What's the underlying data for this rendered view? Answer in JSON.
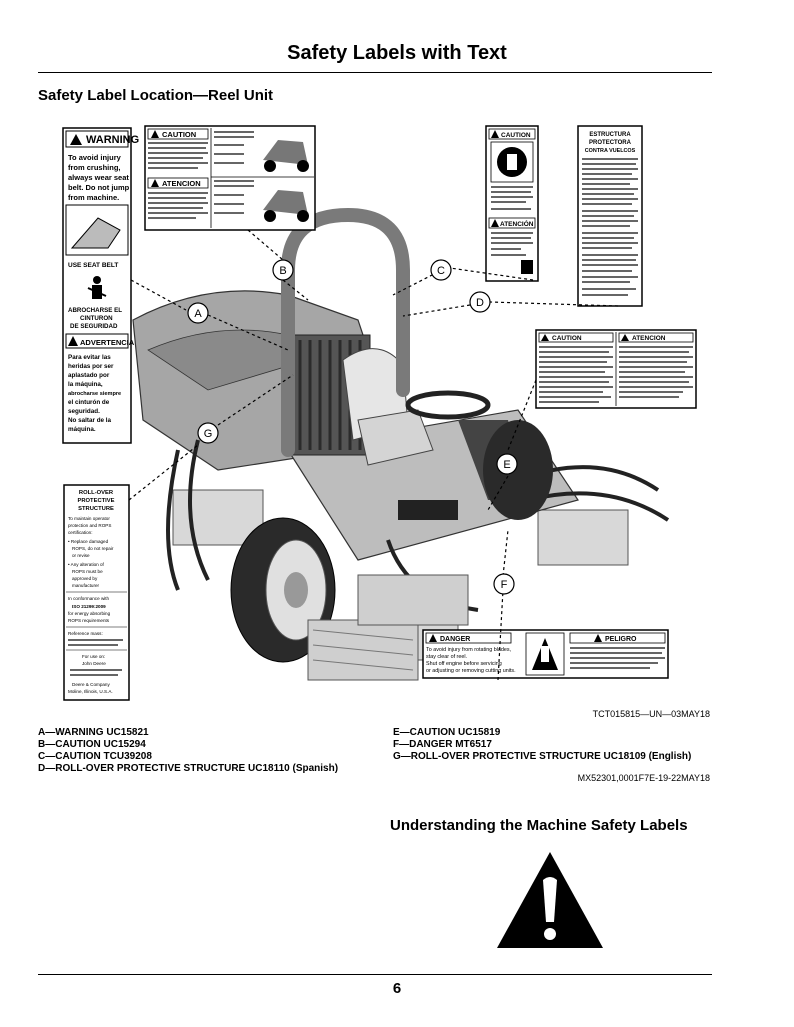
{
  "page": {
    "title": "Safety Labels with Text",
    "subtitle": "Safety Label Location—Reel Unit",
    "figure_ref": "TCT015815—UN—03MAY18",
    "doc_ref": "MX52301,0001F7E-19-22MAY18",
    "section_title": "Understanding the Machine Safety Labels",
    "page_number": "6"
  },
  "captions": {
    "left": [
      "A—WARNING UC15821",
      "B—CAUTION UC15294",
      "C—CAUTION TCU39208",
      "D—ROLL-OVER PROTECTIVE STRUCTURE UC18110 (Spanish)"
    ],
    "right": [
      "E—CAUTION UC15819",
      "F—DANGER MT6517",
      "G—ROLL-OVER PROTECTIVE STRUCTURE UC18109 (English)"
    ]
  },
  "callouts": {
    "a": "A",
    "b": "B",
    "c": "C",
    "d": "D",
    "e": "E",
    "f": "F",
    "g": "G"
  },
  "labels": {
    "warning_a": {
      "header": "WARNING",
      "lines": [
        "To avoid injury",
        "from crushing,",
        "always wear seat",
        "belt. Do not jump",
        "from machine."
      ],
      "seat_belt": "USE SEAT BELT",
      "spanish_lines": [
        "ABROCHARSE EL",
        "CINTURON",
        "DE SEGURIDAD"
      ],
      "header_es": "ADVERTENCIA",
      "es_lines": [
        "Para evitar las",
        "heridas por ser",
        "aplastado por",
        "la máquina,",
        "abrocharse siempre",
        "el cinturón de",
        "seguridad.",
        "No saltar de la",
        "máquina."
      ]
    },
    "caution_b": {
      "header": "CAUTION",
      "header_es": "ATENCION"
    },
    "caution_c": {
      "header": "CAUTION",
      "header_es": "ATENCIÓN"
    },
    "rops_d": {
      "lines": [
        "ESTRUCTURA",
        "PROTECTORA",
        "CONTRA VUELCOS"
      ]
    },
    "caution_e": {
      "header": "CAUTION",
      "header_es": "ATENCION"
    },
    "danger_f": {
      "header": "DANGER",
      "lines": [
        "To avoid injury from rotating blades,",
        "stay clear of reel.",
        "Shut off engine before servicing",
        "or adjusting or removing cutting units."
      ],
      "header_es": "PELIGRO"
    },
    "rops_g": {
      "lines": [
        "ROLL-OVER",
        "PROTECTIVE",
        "STRUCTURE"
      ],
      "body": [
        "To maintain operator",
        "protection and ROPS",
        "certification:",
        "• Replace damaged",
        "ROPS, do not repair",
        "or revise",
        "• Any alteration of",
        "ROPS must be",
        "approved by",
        "manufacturer",
        "In conformance with",
        "ISO 21299:2009",
        "for energy absorbing",
        "ROPS requirements",
        "Reference mass:",
        "For use on:",
        "John Deere",
        "Deere & Company",
        "Moline, Illinois, U.S.A."
      ]
    }
  }
}
